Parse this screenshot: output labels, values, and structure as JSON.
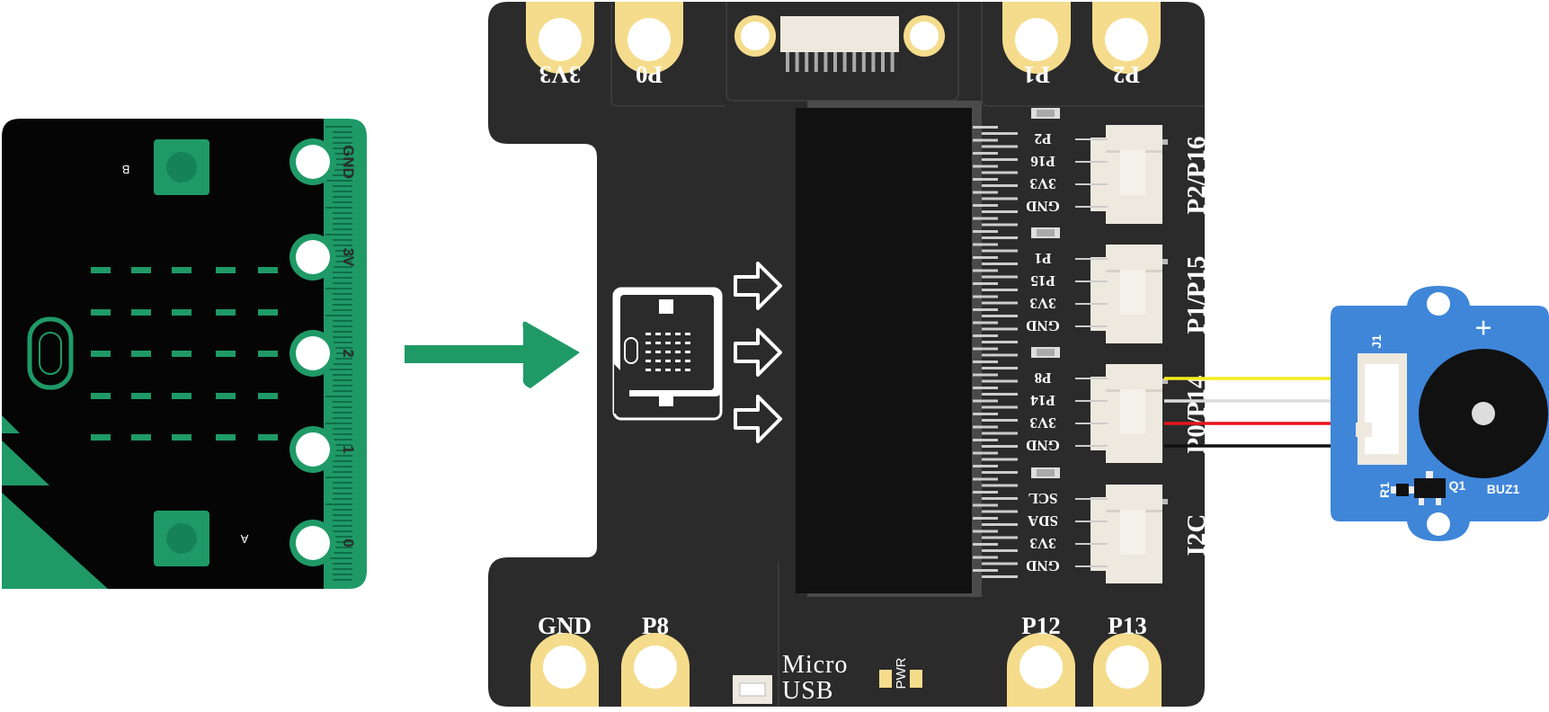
{
  "microbit": {
    "edge_labels": [
      "GND",
      "3V",
      "2",
      "1",
      "0"
    ],
    "button_a": "A",
    "button_b": "B"
  },
  "board": {
    "top_pins": [
      "3V3",
      "P0",
      "P1",
      "P2"
    ],
    "bottom_pins": [
      "GND",
      "P8",
      "P12",
      "P13"
    ],
    "usb_label_line1": "Micro",
    "usb_label_line2": "USB",
    "pwr_label": "PWR",
    "ports": [
      {
        "name": "P2/P16",
        "pins": [
          "P2",
          "P16",
          "3V3",
          "GND"
        ]
      },
      {
        "name": "P1/P15",
        "pins": [
          "P1",
          "P15",
          "3V3",
          "GND"
        ]
      },
      {
        "name": "P0/P14",
        "pins": [
          "P8",
          "P14",
          "3V3",
          "GND"
        ]
      },
      {
        "name": "I2C",
        "pins": [
          "SCL",
          "SDA",
          "3V3",
          "GND"
        ]
      }
    ]
  },
  "module": {
    "label_j1": "J1",
    "label_r1": "R1",
    "label_q1": "Q1",
    "label_buz": "BUZ1",
    "plus": "+"
  },
  "colors": {
    "microbit_black": "#050505",
    "microbit_green": "#1f9a67",
    "board_dark": "#2b2b2b",
    "pad_gold": "#f5dc8c",
    "arrow_green": "#1f9a67",
    "module_blue": "#3f86d9",
    "wire_yellow": "#f4ec1e",
    "wire_white": "#dddddd",
    "wire_red": "#e8141b",
    "wire_black": "#111111",
    "connector_white": "#eee9df"
  }
}
